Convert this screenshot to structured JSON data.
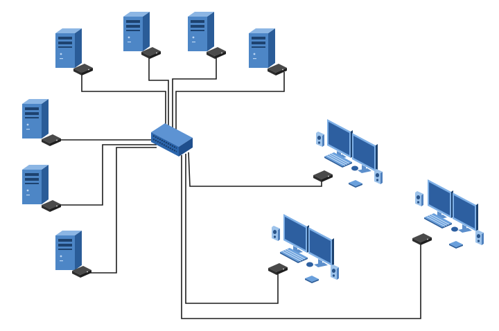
{
  "diagram": {
    "type": "network-topology",
    "hub": {
      "kind": "network-switch",
      "color": "#3a76c0"
    },
    "servers": [
      {
        "id": "server-1",
        "kind": "tower-server",
        "connector": "extender-module"
      },
      {
        "id": "server-2",
        "kind": "tower-server",
        "connector": "extender-module"
      },
      {
        "id": "server-3",
        "kind": "tower-server",
        "connector": "extender-module"
      },
      {
        "id": "server-4",
        "kind": "tower-server",
        "connector": "extender-module"
      },
      {
        "id": "server-5",
        "kind": "tower-server",
        "connector": "extender-module"
      },
      {
        "id": "server-6",
        "kind": "tower-server",
        "connector": "extender-module"
      },
      {
        "id": "server-7",
        "kind": "tower-server",
        "connector": "extender-module"
      }
    ],
    "workstations": [
      {
        "id": "workstation-1",
        "monitors": 2,
        "peripherals": [
          "keyboard",
          "mouse",
          "speakers",
          "usb-device"
        ],
        "connector": "extender-module"
      },
      {
        "id": "workstation-2",
        "monitors": 2,
        "peripherals": [
          "keyboard",
          "mouse",
          "speakers",
          "usb-device"
        ],
        "connector": "extender-module"
      },
      {
        "id": "workstation-3",
        "monitors": 2,
        "peripherals": [
          "keyboard",
          "mouse",
          "speakers",
          "usb-device"
        ],
        "connector": "extender-module"
      }
    ],
    "connections": [
      {
        "from": "server-1",
        "to": "hub"
      },
      {
        "from": "server-2",
        "to": "hub"
      },
      {
        "from": "server-3",
        "to": "hub"
      },
      {
        "from": "server-4",
        "to": "hub"
      },
      {
        "from": "server-5",
        "to": "hub"
      },
      {
        "from": "server-6",
        "to": "hub"
      },
      {
        "from": "server-7",
        "to": "hub"
      },
      {
        "from": "hub",
        "to": "workstation-1"
      },
      {
        "from": "hub",
        "to": "workstation-2"
      },
      {
        "from": "hub",
        "to": "workstation-3"
      }
    ],
    "colors": {
      "device_blue": "#4d86c6",
      "device_blue_dark": "#2a5c98",
      "extender_black": "#2e2e2e",
      "cable": "#1c1c1c",
      "background": "#ffffff"
    }
  }
}
